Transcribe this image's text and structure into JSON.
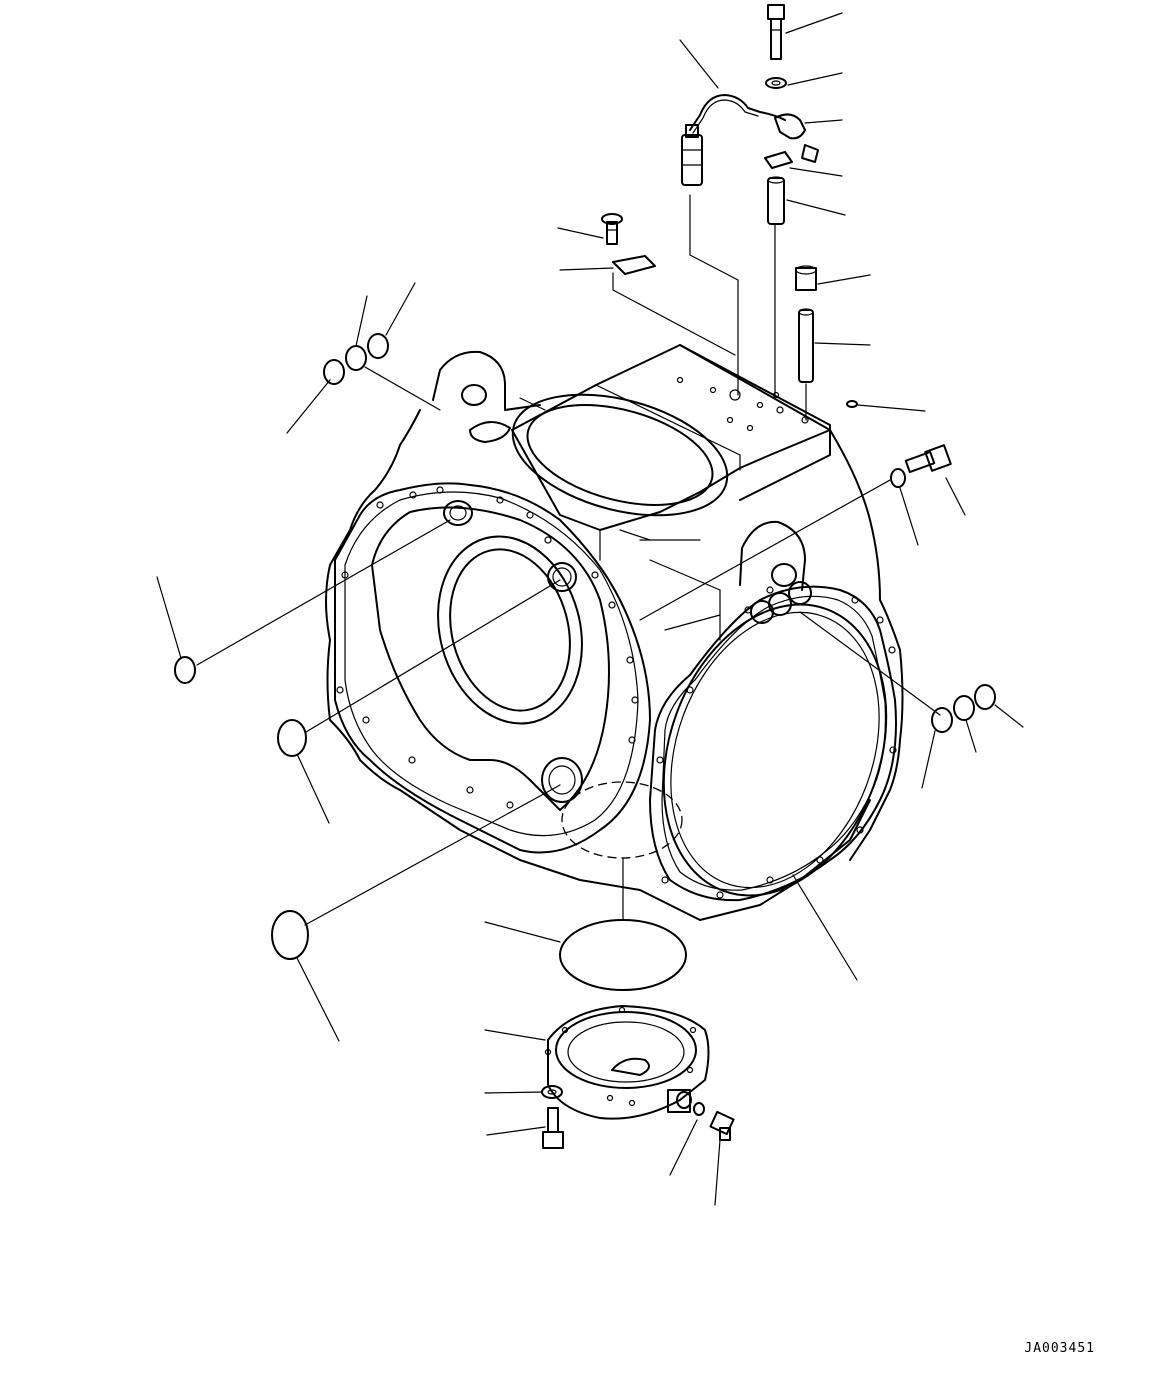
{
  "diagram": {
    "reference_code": "JA003451",
    "parts": [
      {
        "name": "transmission-case",
        "icon": "housing-casting"
      },
      {
        "name": "mounting-bolt",
        "icon": "bolt"
      },
      {
        "name": "washer",
        "icon": "washer"
      },
      {
        "name": "wire-harness-sensor",
        "icon": "sensor"
      },
      {
        "name": "harness-clamp",
        "icon": "clamp"
      },
      {
        "name": "clip",
        "icon": "clip"
      },
      {
        "name": "spacer-collar",
        "icon": "collar"
      },
      {
        "name": "nut",
        "icon": "nut"
      },
      {
        "name": "dowel-pin",
        "icon": "pin"
      },
      {
        "name": "plug",
        "icon": "plug"
      },
      {
        "name": "cap-screw",
        "icon": "screw"
      },
      {
        "name": "name-plate",
        "icon": "plate"
      },
      {
        "name": "side-plugs-set",
        "icon": "plug"
      },
      {
        "name": "o-ring",
        "icon": "o-ring"
      },
      {
        "name": "cover",
        "icon": "cover"
      },
      {
        "name": "drain-plug",
        "icon": "plug"
      },
      {
        "name": "seal-ring",
        "icon": "ring"
      }
    ]
  }
}
